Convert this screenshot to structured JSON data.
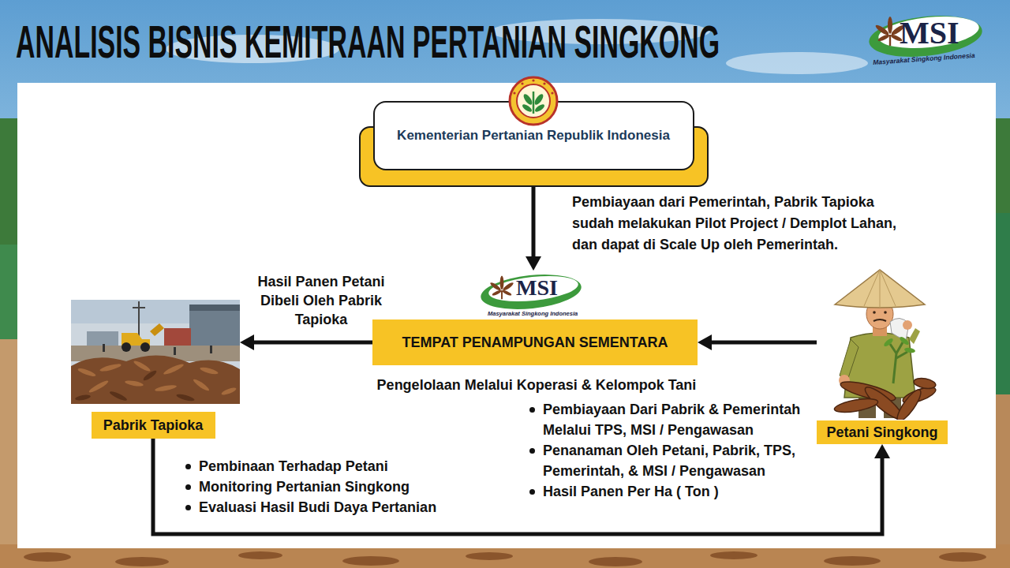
{
  "diagram": {
    "title": "ANALISIS BISNIS KEMITRAAN PERTANIAN SINGKONG",
    "nodes": [
      {
        "text": [
          "Kementerian Pertanian Republik Indonesia"
        ]
      },
      {
        "text": [
          "TEMPAT PENAMPUNGAN SEMENTARA"
        ]
      },
      {
        "text": [
          "Pabrik Tapioka"
        ]
      },
      {
        "text": [
          "Petani Singkong"
        ]
      }
    ],
    "edges": [
      {
        "from": 0,
        "to": 1,
        "arrow": "to",
        "label": "Pembiayaan dari Pemerintah, Pabrik Tapioka sudah melakukan Pilot Project / Demplot Lahan, dan dapat di Scale Up oleh Pemerintah."
      },
      {
        "from": 1,
        "to": 2,
        "arrow": "to",
        "label": "Hasil Panen Petani Dibeli Oleh Pabrik Tapioka"
      },
      {
        "from": 3,
        "to": 1,
        "arrow": "to"
      },
      {
        "from": 2,
        "to": 3,
        "arrow": "to"
      }
    ],
    "labels": [
      "MSI",
      "Masyarakat Singkong Indonesia",
      "MSI",
      "Masyarakat Singkong Indonesia",
      "Pengelolaan Melalui Koperasi & Kelompok Tani",
      "Pembiayaan Dari Pabrik & Pemerintah Melalui TPS, MSI / Pengawasan",
      "Penanaman Oleh Petani, Pabrik, TPS, Pemerintah, & MSI / Pengawasan",
      "Hasil Panen Per Ha ( Ton )",
      "Pembinaan Terhadap Petani",
      "Monitoring Pertanian Singkong",
      "Evaluasi Hasil Budi Daya Pertanian"
    ]
  }
}
